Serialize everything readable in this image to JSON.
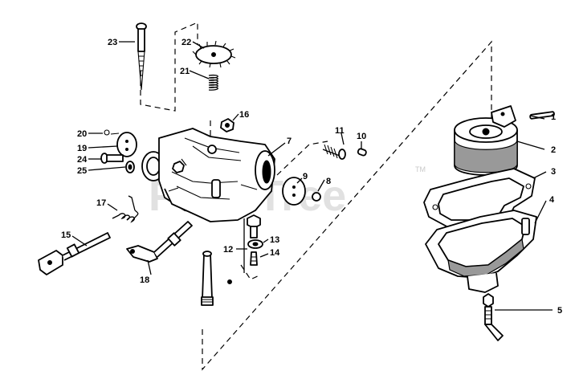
{
  "watermark": {
    "text": "PartsTree",
    "trademark": "TM"
  },
  "callouts": [
    "1",
    "2",
    "3",
    "4",
    "5",
    "7",
    "8",
    "9",
    "10",
    "11",
    "12",
    "13",
    "14",
    "15",
    "16",
    "17",
    "18",
    "19",
    "20",
    "21",
    "22",
    "23",
    "24",
    "25"
  ]
}
